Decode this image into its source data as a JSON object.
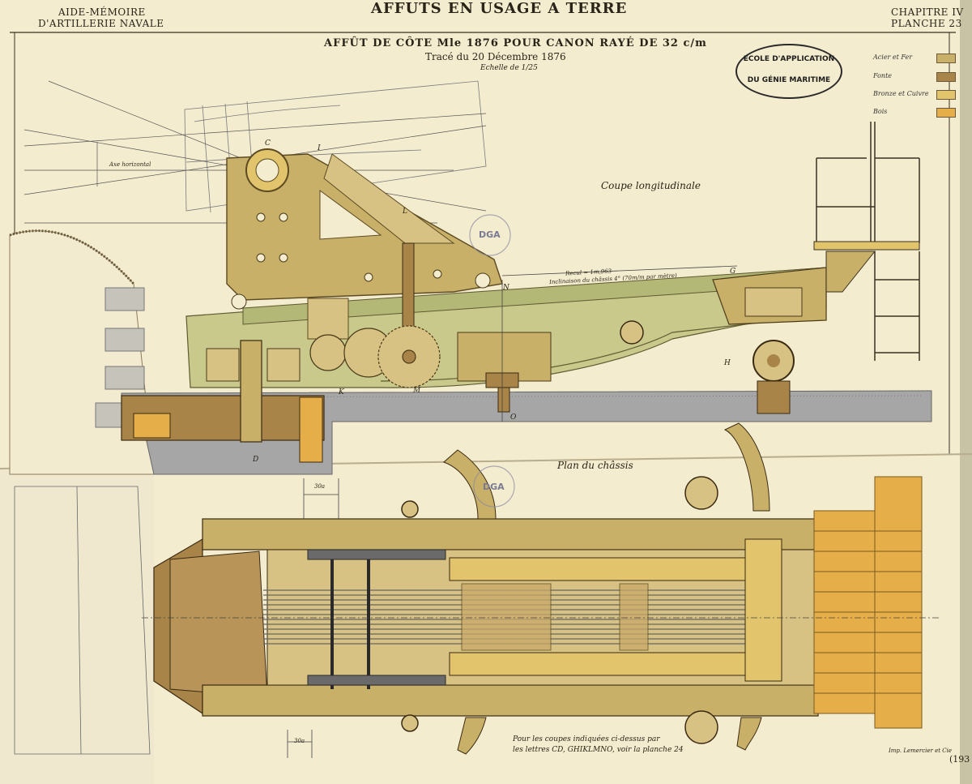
{
  "header": {
    "left_line1": "AIDE-MÉMOIRE",
    "left_line2": "D'ARTILLERIE NAVALE",
    "center_title": "AFFUTS EN USAGE A TERRE",
    "right_line1": "CHAPITRE IV",
    "right_line2": "PLANCHE 23"
  },
  "drawing": {
    "title": "AFFÛT DE CÔTE Mle 1876 POUR CANON RAYÉ DE 32 c/m",
    "traced": "Tracé du 20 Décembre 1876",
    "scale": "Echelle de 1/25",
    "section_label": "Coupe longitudinale",
    "plan_label": "Plan du châssis",
    "axis_label": "Axe horizontal",
    "recoil_label": "Recul = 1m,963",
    "chassis_slope": "Inclinaison du châssis 4° (70m/m par mètre)",
    "note_line1": "Pour les coupes indiquées ci-dessus par",
    "note_line2": "les lettres CD, GHIKLMNO, voir la planche 24",
    "printer": "Imp. Lemercier et Cie",
    "page_ref": "(193",
    "dim_30a": "30a",
    "dim_30b": "30a"
  },
  "letters": {
    "C": "C",
    "I": "I",
    "L": "L",
    "N": "N",
    "G": "G",
    "H": "H",
    "K": "K",
    "M": "M",
    "O": "O",
    "D": "D"
  },
  "stamp": {
    "line1": "ECOLE D'APPLICATION",
    "line2": "DU GÉNIE MARITIME"
  },
  "library_stamp": {
    "text": "DGA"
  },
  "legend": {
    "items": [
      {
        "label": "Acier et Fer",
        "color": "#c9b068"
      },
      {
        "label": "Fonte",
        "color": "#a88448"
      },
      {
        "label": "Bronze et Cuivre",
        "color": "#e1c46c"
      },
      {
        "label": "Bois",
        "color": "#e6ae48"
      }
    ]
  },
  "colors": {
    "paper": "#f4eccf",
    "steel": "#c9b068",
    "iron_dark": "#a88448",
    "green_slide": "#c8c98a",
    "wood": "#e6ae48",
    "masonry": "#8f8f8f"
  }
}
